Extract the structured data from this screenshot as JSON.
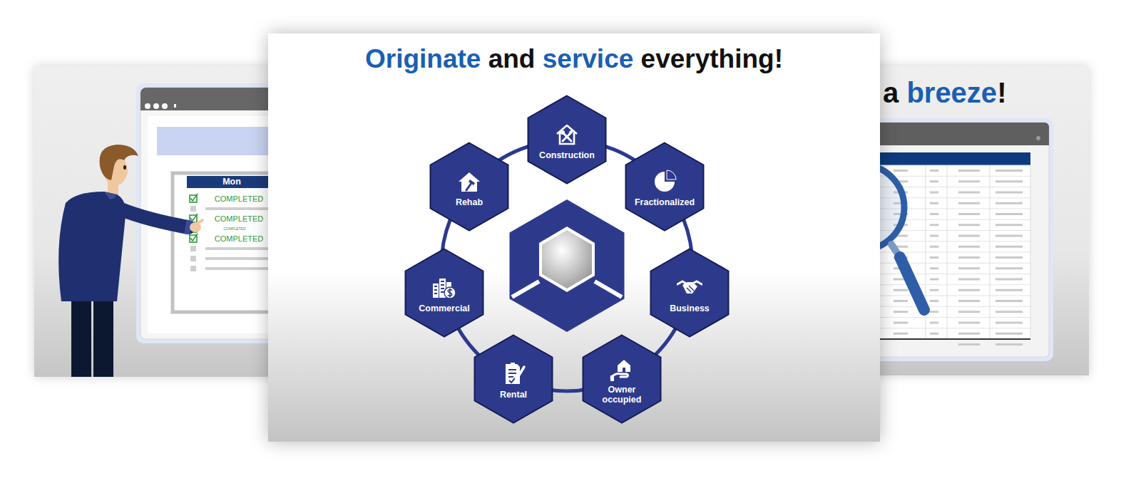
{
  "diagram": {
    "title": "Originate and service everything!",
    "nodes": [
      {
        "text": [
          "Construction"
        ]
      },
      {
        "text": [
          "Fractionalized"
        ]
      },
      {
        "text": [
          "Business"
        ]
      },
      {
        "text": [
          "Owner occupied"
        ]
      },
      {
        "text": [
          "Rental"
        ]
      },
      {
        "text": [
          "Commercial"
        ]
      },
      {
        "text": [
          "Rehab"
        ]
      }
    ],
    "labels": [
      "Mon",
      "COMPLETED",
      "COMPLETED",
      "COMPLETED",
      "COMPLETED",
      "a breeze!"
    ]
  }
}
